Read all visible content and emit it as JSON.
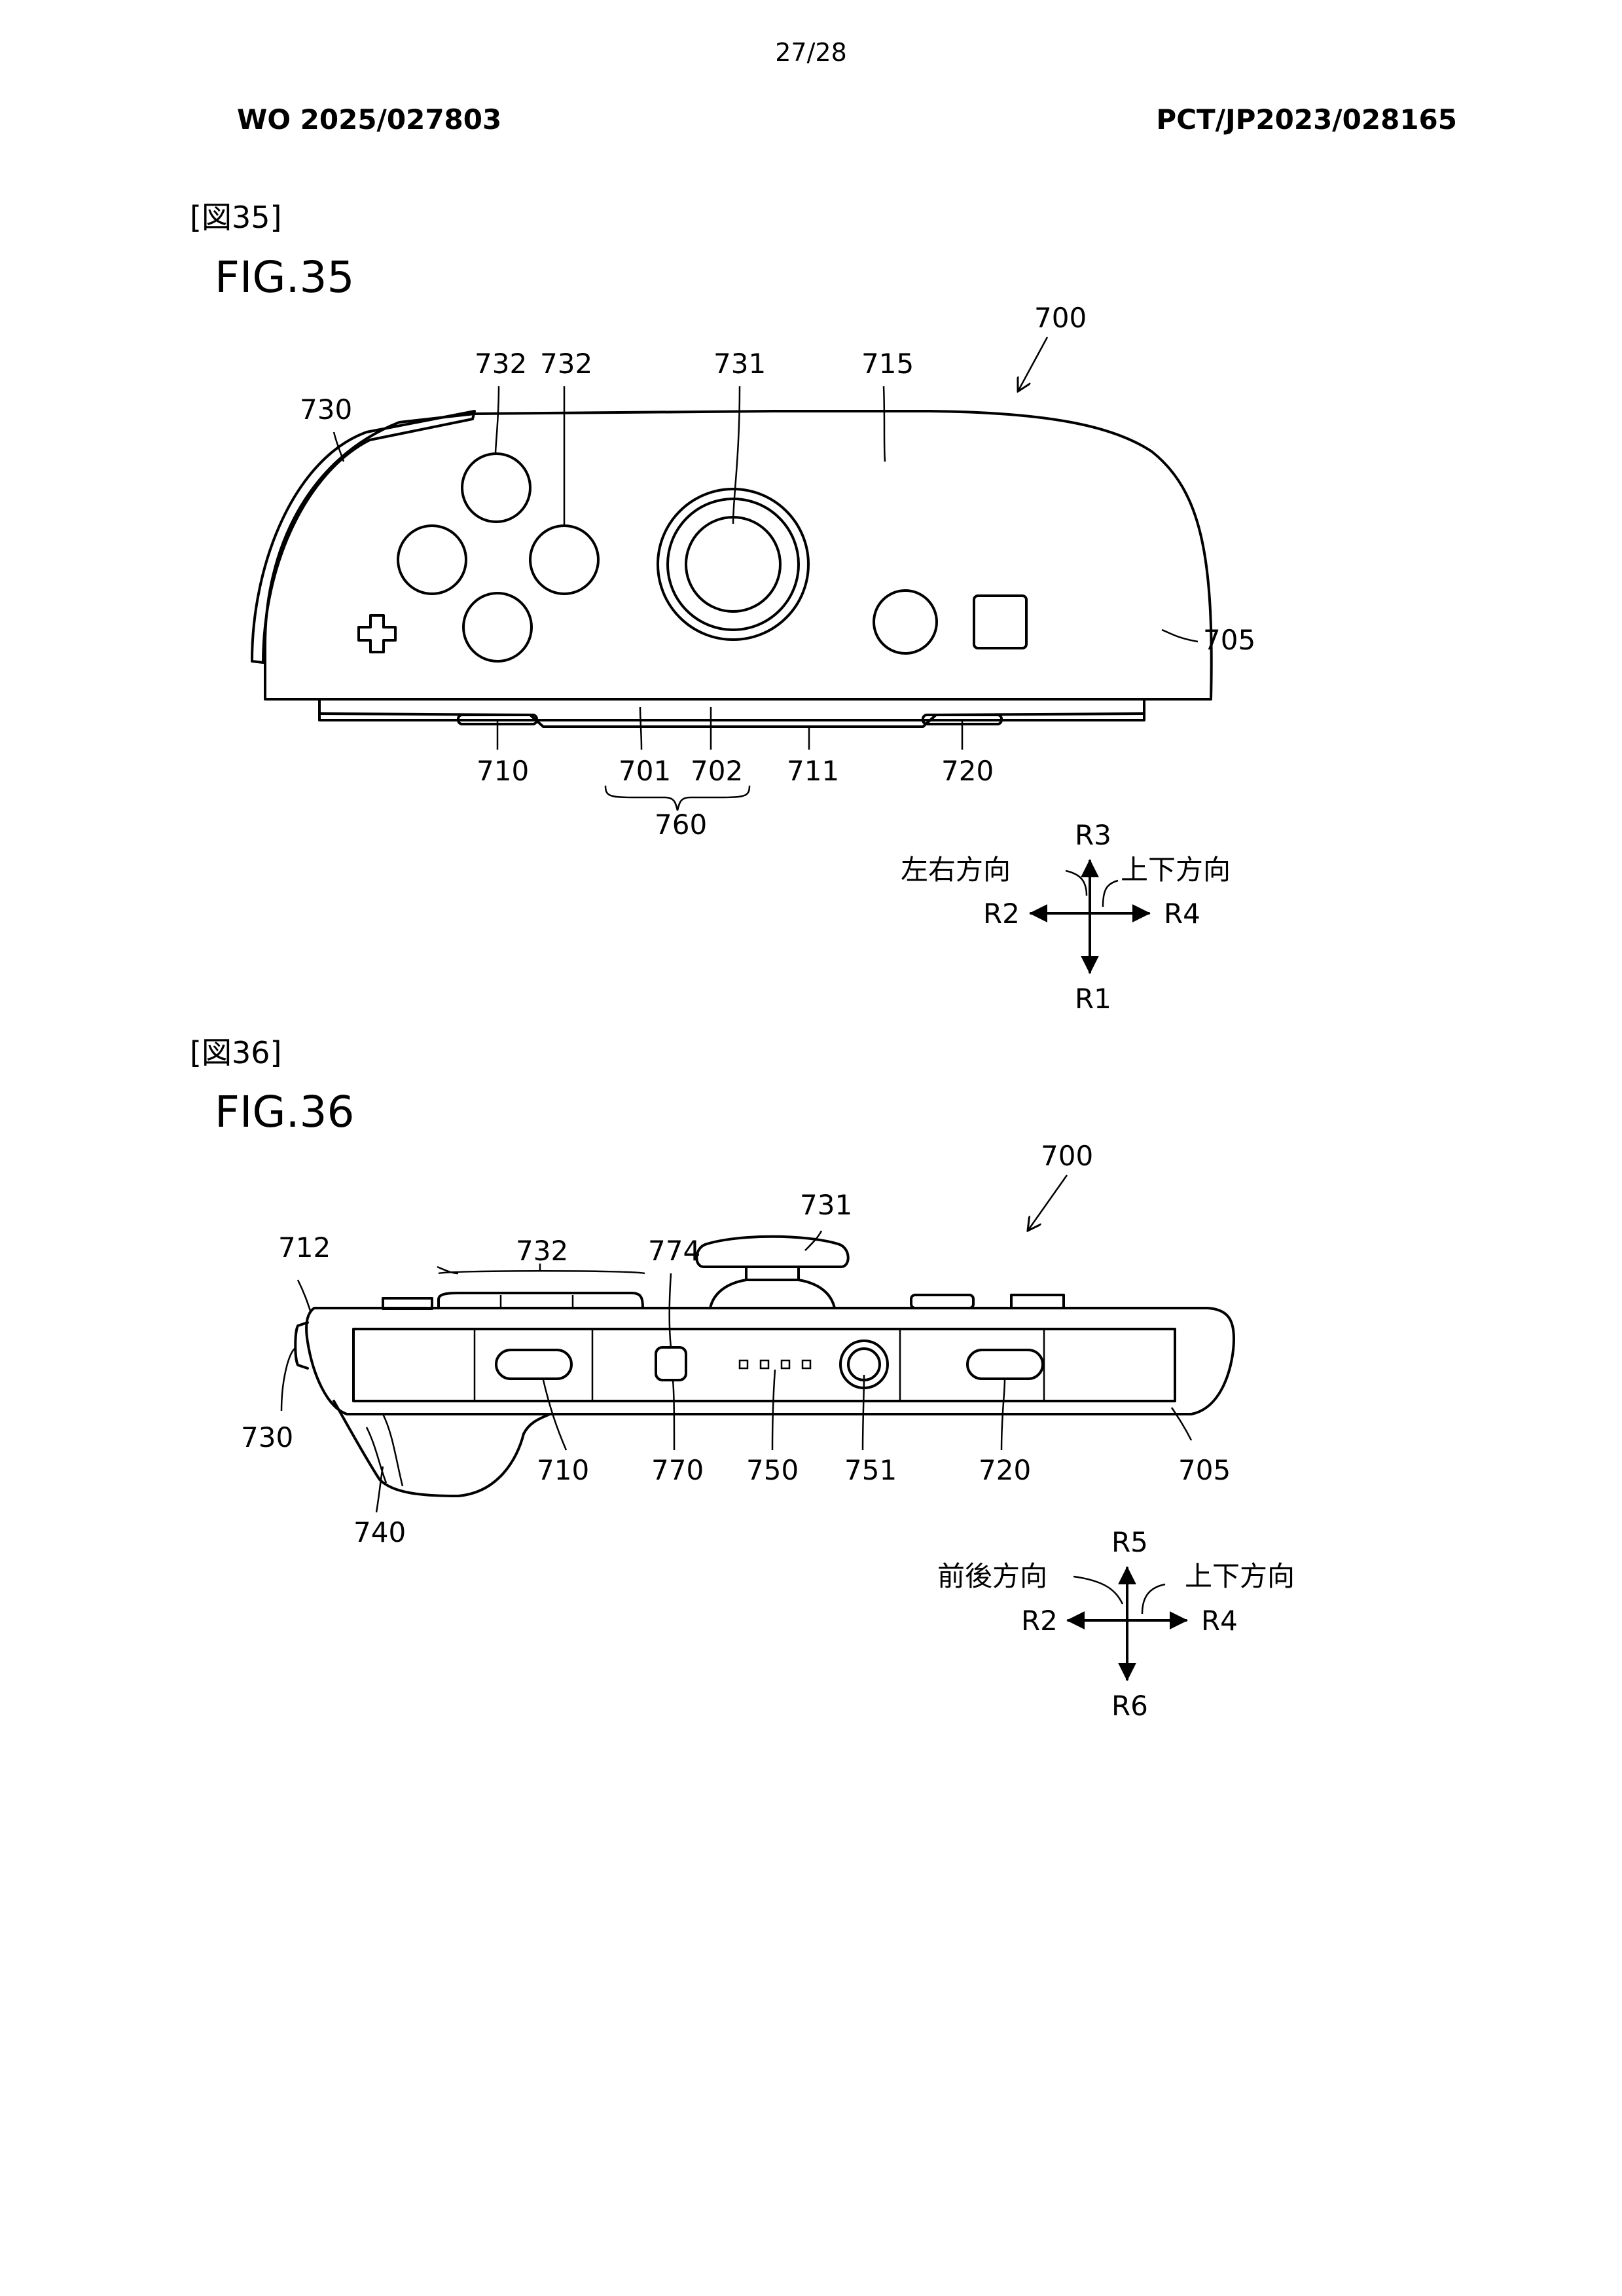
{
  "page": {
    "number": "27/28",
    "pub_number": "WO 2025/027803",
    "app_number": "PCT/JP2023/028165"
  },
  "fig35": {
    "tag": "[図35]",
    "title": "FIG.35",
    "labels": {
      "l700": "700",
      "l715": "715",
      "l731": "731",
      "l732a": "732",
      "l732b": "732",
      "l730": "730",
      "l705": "705",
      "l710": "710",
      "l701": "701",
      "l702": "702",
      "l711": "711",
      "l720": "720",
      "l760": "760"
    },
    "axes": {
      "up": "R3",
      "down": "R1",
      "left": "R2",
      "right": "R4",
      "dir_left": "左右方向",
      "dir_right": "上下方向"
    }
  },
  "fig36": {
    "tag": "[図36]",
    "title": "FIG.36",
    "labels": {
      "l700": "700",
      "l731": "731",
      "l712": "712",
      "l732": "732",
      "l774": "774",
      "l730": "730",
      "l710": "710",
      "l770": "770",
      "l750": "750",
      "l751": "751",
      "l720": "720",
      "l705": "705",
      "l740": "740"
    },
    "axes": {
      "up": "R5",
      "down": "R6",
      "left": "R2",
      "right": "R4",
      "dir_left": "前後方向",
      "dir_right": "上下方向"
    }
  },
  "colors": {
    "ink": "#000000",
    "paper": "#ffffff"
  }
}
